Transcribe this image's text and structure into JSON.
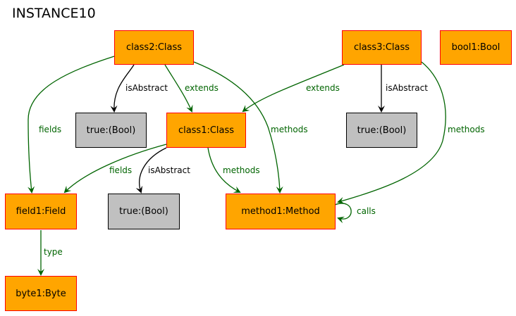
{
  "title": "INSTANCE10",
  "colors": {
    "object_fill": "#ffa500",
    "object_border": "#ff0000",
    "value_fill": "#c0c0c0",
    "value_border": "#000000",
    "reference_edge": "#006400",
    "attribute_edge": "#000000"
  },
  "nodes": {
    "class2": "class2:Class",
    "class3": "class3:Class",
    "bool1": "bool1:Bool",
    "true1": "true:(Bool)",
    "class1": "class1:Class",
    "true2": "true:(Bool)",
    "field1": "field1:Field",
    "true3": "true:(Bool)",
    "method1": "method1:Method",
    "byte1": "byte1:Byte"
  },
  "edges": {
    "class2_isabstract": "isAbstract",
    "class2_extends": "extends",
    "class2_fields": "fields",
    "class2_methods": "methods",
    "class3_extends": "extends",
    "class3_isabstract": "isAbstract",
    "class3_methods": "methods",
    "class1_fields": "fields",
    "class1_isabstract": "isAbstract",
    "class1_methods": "methods",
    "method1_calls": "calls",
    "field1_type": "type"
  }
}
